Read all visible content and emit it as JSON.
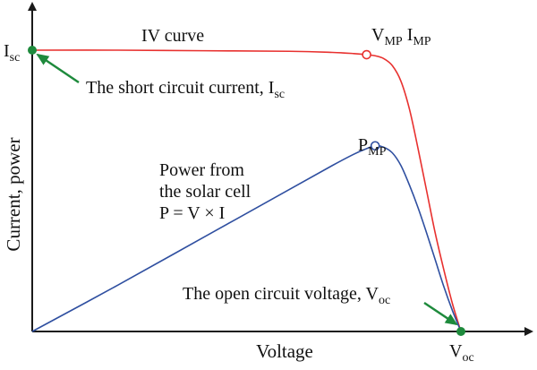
{
  "chart_data": {
    "type": "line",
    "xlabel": "Voltage",
    "ylabel": "Current, power",
    "xlim": [
      0,
      1
    ],
    "ylim": [
      0,
      1
    ],
    "grid": false,
    "legend": "none",
    "series": [
      {
        "name": "IV curve",
        "color": "#e8312f",
        "x": [
          0,
          0.2,
          0.4,
          0.6,
          0.7,
          0.75,
          0.78,
          0.8,
          0.82,
          0.84,
          0.86,
          0.88,
          0.9,
          0.92,
          0.94,
          0.96,
          0.98,
          1.0
        ],
        "y": [
          1.0,
          1.0,
          0.998,
          0.996,
          0.992,
          0.988,
          0.984,
          0.98,
          0.97,
          0.945,
          0.89,
          0.79,
          0.65,
          0.5,
          0.35,
          0.22,
          0.1,
          0.0
        ]
      },
      {
        "name": "",
        "color": "#2f4fa0",
        "x": [
          0,
          0.2,
          0.4,
          0.6,
          0.7,
          0.75,
          0.78,
          0.8,
          0.82,
          0.84,
          0.86,
          0.88,
          0.9,
          0.92,
          0.94,
          0.96,
          0.98,
          1.0
        ],
        "y": [
          0.0,
          0.165,
          0.335,
          0.505,
          0.59,
          0.63,
          0.65,
          0.66,
          0.655,
          0.635,
          0.59,
          0.52,
          0.44,
          0.35,
          0.255,
          0.16,
          0.075,
          0.0
        ]
      }
    ],
    "points": [
      {
        "label": "Isc",
        "x": 0,
        "y": 1.0,
        "style": "filled",
        "color": "#1e8a3c"
      },
      {
        "label": "VMP IMP",
        "x": 0.78,
        "y": 0.984,
        "style": "open",
        "color": "#e8312f"
      },
      {
        "label": "PMP",
        "x": 0.8,
        "y": 0.66,
        "style": "open",
        "color": "#2f4fa0"
      },
      {
        "label": "Voc",
        "x": 1.0,
        "y": 0.0,
        "style": "filled",
        "color": "#1e8a3c"
      }
    ],
    "tick_labels": {
      "y_axis": {
        "main": "I",
        "sub": "sc"
      },
      "x_axis": {
        "main": "V",
        "sub": "oc"
      }
    },
    "annotations": {
      "iv_label": "IV curve",
      "vmp_main": "V",
      "vmp_sub": "MP",
      "imp_main": " I",
      "imp_sub": "MP",
      "pmp_main": "P",
      "pmp_sub": "MP",
      "power_line1": "Power from",
      "power_line2": "the solar cell",
      "power_line3": "P = V × I",
      "isc_note_main": "The short circuit current, I",
      "isc_note_sub": "sc",
      "voc_note_main": "The open circuit voltage, V",
      "voc_note_sub": "oc"
    },
    "axis_color": "#1a1a1a",
    "arrow_color": "#1e8a3c"
  }
}
